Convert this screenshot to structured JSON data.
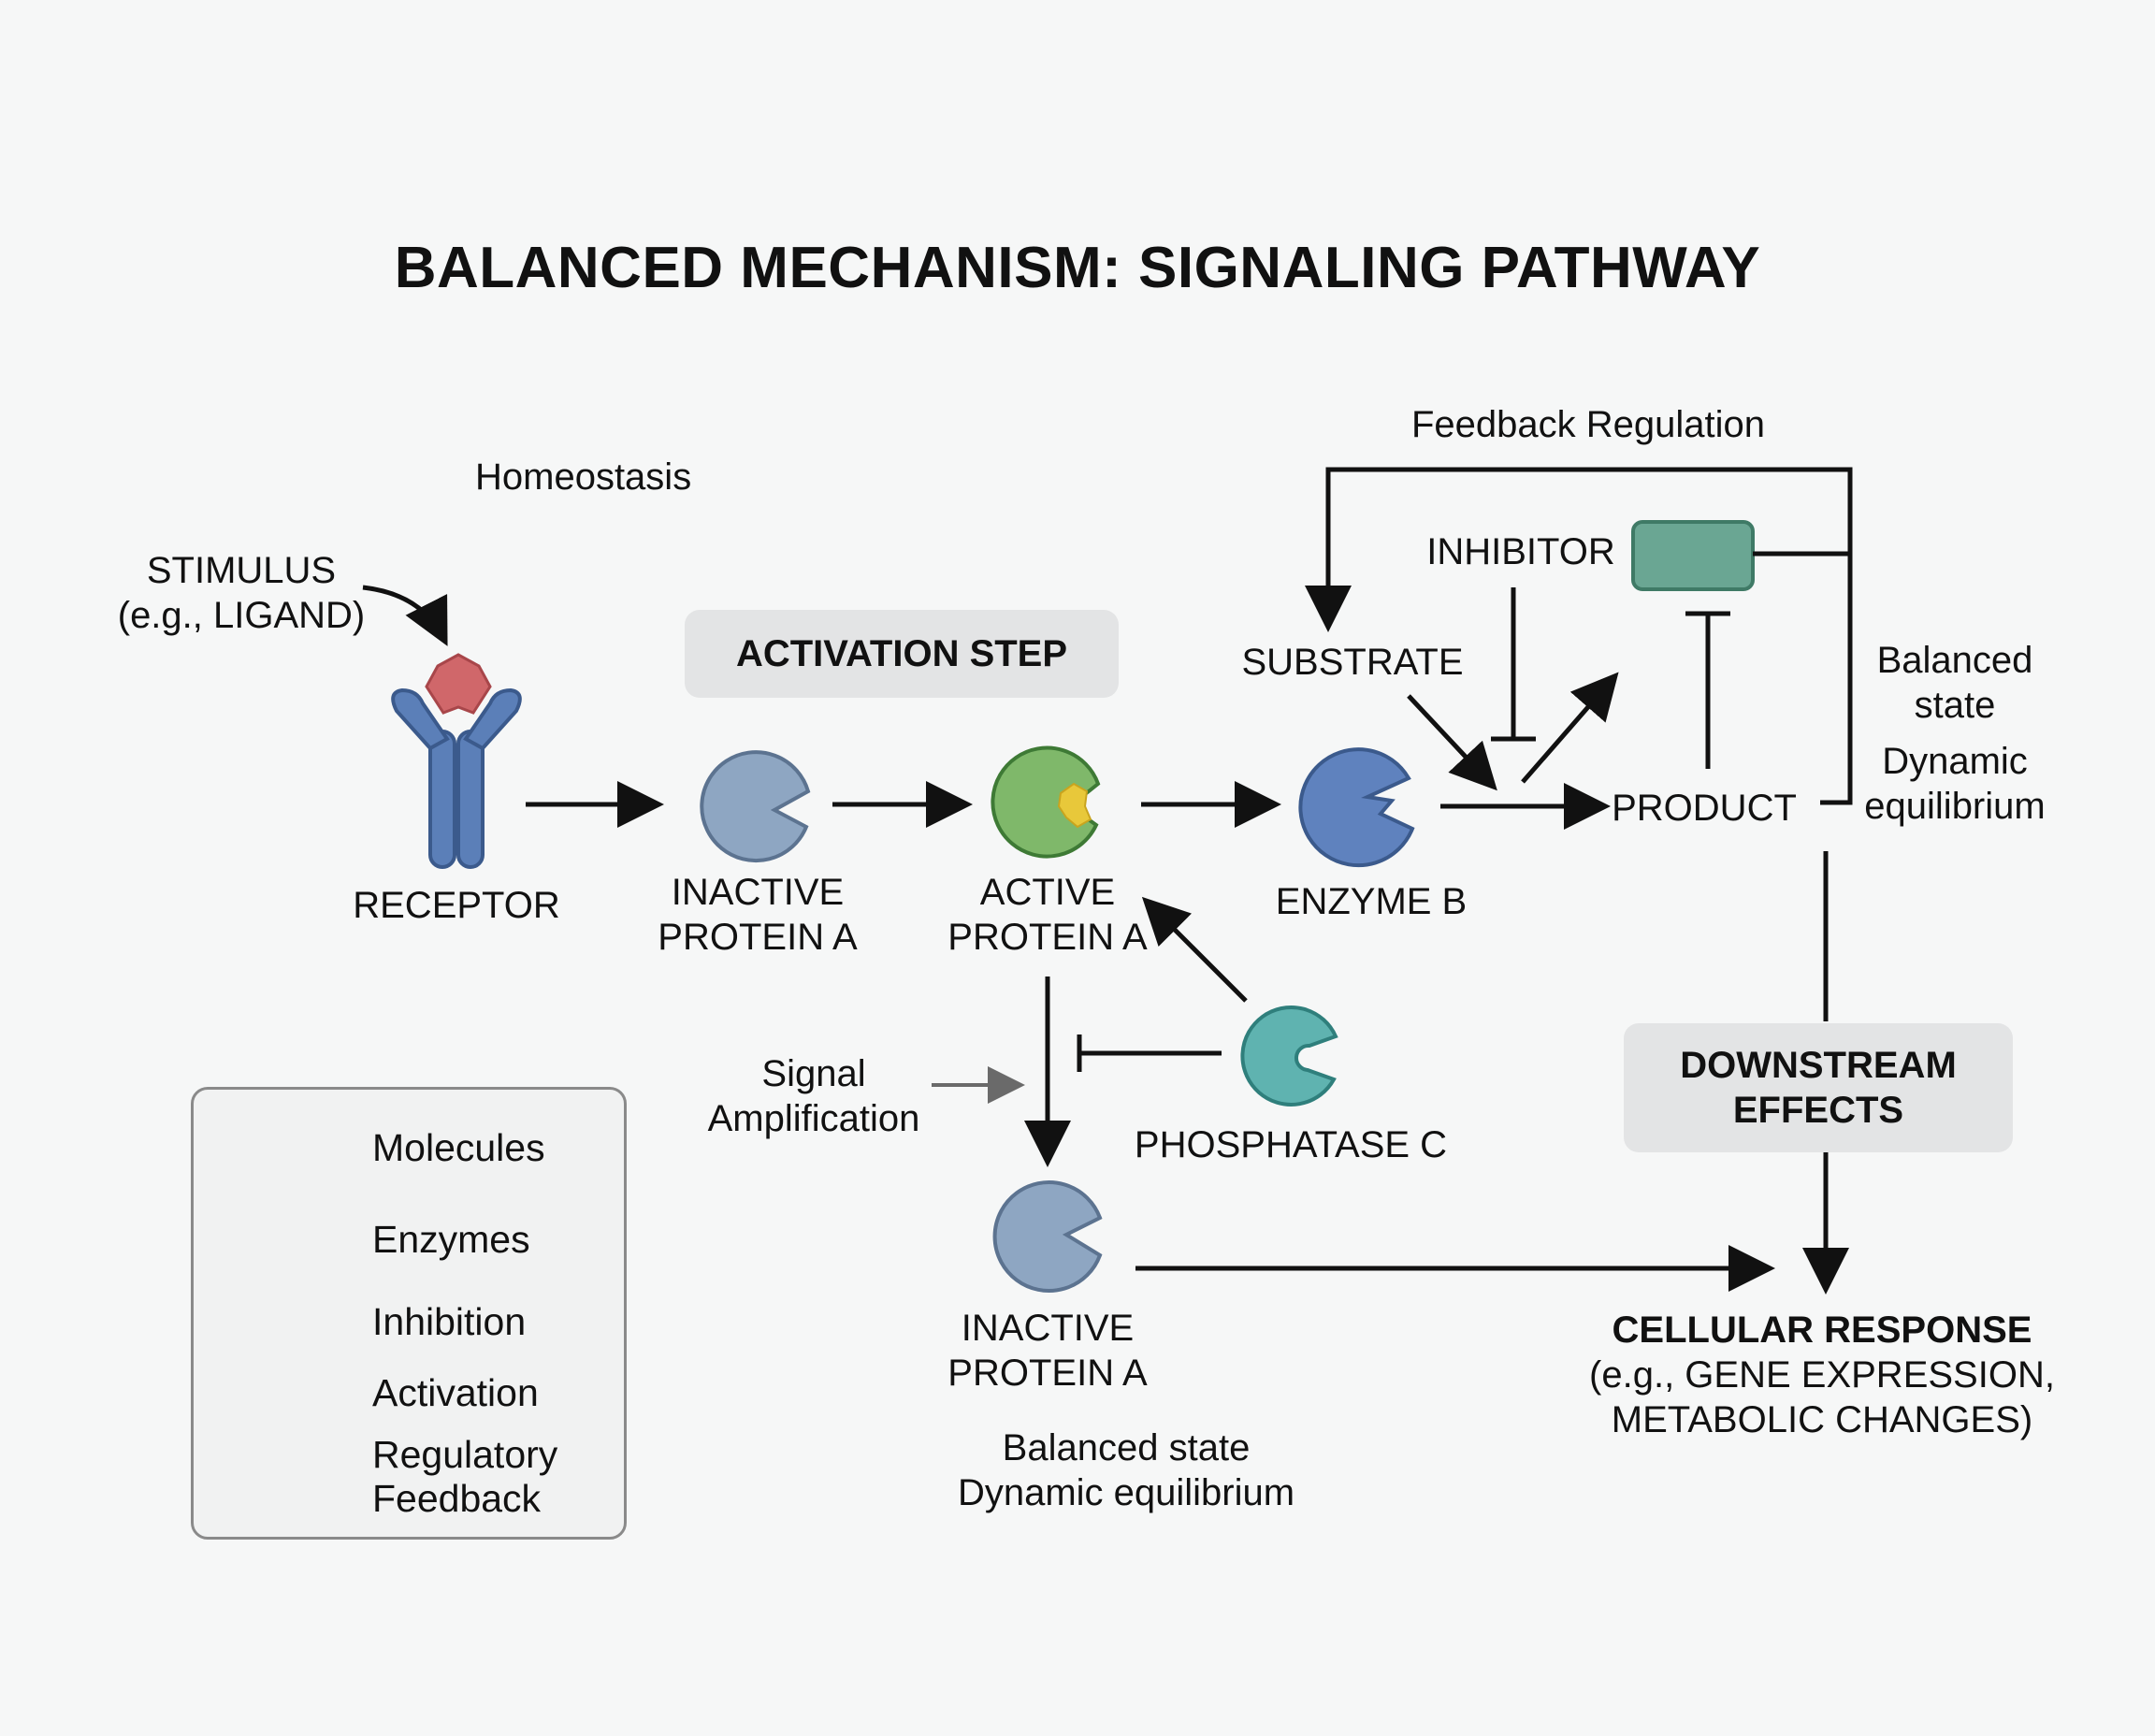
{
  "title": "BALANCED MECHANISM: SIGNALING PATHWAY",
  "labels": {
    "homeostasis": "Homeostasis",
    "stimulus_line1": "STIMULUS",
    "stimulus_line2": "(e.g., LIGAND)",
    "receptor": "RECEPTOR",
    "activation_step": "ACTIVATION STEP",
    "inactive_protein_a_top_line1": "INACTIVE",
    "inactive_protein_a_top_line2": "PROTEIN A",
    "active_protein_a_line1": "ACTIVE",
    "active_protein_a_line2": "PROTEIN A",
    "enzyme_b": "ENZYME B",
    "feedback_regulation": "Feedback Regulation",
    "inhibitor": "INHIBITOR",
    "substrate": "SUBSTRATE",
    "product": "PRODUCT",
    "balanced_state_right_line1": "Balanced",
    "balanced_state_right_line2": "state",
    "dynamic_equilibrium_right_line1": "Dynamic",
    "dynamic_equilibrium_right_line2": "equilibrium",
    "signal_amplification_line1": "Signal",
    "signal_amplification_line2": "Amplification",
    "phosphatase_c": "PHOSPHATASE C",
    "downstream_effects_line1": "DOWNSTREAM",
    "downstream_effects_line2": "EFFECTS",
    "inactive_protein_a_bottom_line1": "INACTIVE",
    "inactive_protein_a_bottom_line2": "PROTEIN A",
    "balanced_state_bottom": "Balanced state",
    "dynamic_equilibrium_bottom": "Dynamic equilibrium",
    "cellular_response_line1": "CELLULAR RESPONSE",
    "cellular_response_line2": "(e.g., GENE EXPRESSION,",
    "cellular_response_line3": "METABOLIC CHANGES)"
  },
  "legend": {
    "molecules": "Molecules",
    "enzymes": "Enzymes",
    "inhibition": "Inhibition",
    "activation": "Activation",
    "regulatory_feedback_line1": "Regulatory",
    "regulatory_feedback_line2": "Feedback"
  },
  "colors": {
    "receptor": "#5b7fb8",
    "ligand": "#d0676a",
    "inactive_protein": "#8ea6c2",
    "active_protein": "#7fb86a",
    "active_site": "#e8c83a",
    "enzyme_b": "#5f82be",
    "phosphatase": "#5fb3b0",
    "inhibitor_box": "#6aa693",
    "molecule_green": "#8bb392",
    "arrow": "#111111",
    "gray_arrow": "#6a6a6a",
    "box_fill": "#e3e4e5"
  }
}
